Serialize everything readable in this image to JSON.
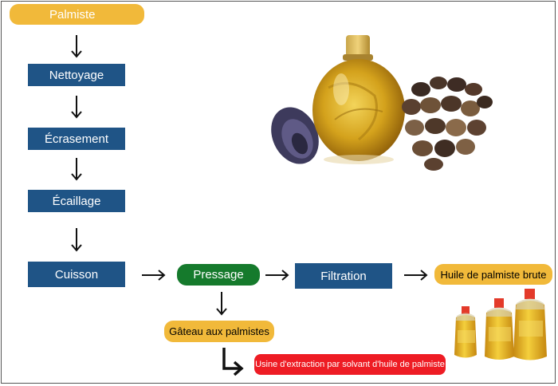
{
  "nodes": {
    "palmiste": "Palmiste",
    "nettoyage": "Nettoyage",
    "ecrasement": "Écrasement",
    "ecaillage": "Écaillage",
    "cuisson": "Cuisson",
    "pressage": "Pressage",
    "filtration": "Filtration",
    "huile": "Huile de palmiste brute",
    "gateau": "Gâteau aux palmistes",
    "usine": "Usine d'extraction par solvant d'huile de palmiste"
  },
  "colors": {
    "step_blue": "#1f5486",
    "pill_yellow": "#f1b93a",
    "pill_green": "#157a2c",
    "pill_red": "#ee1c24"
  },
  "icons": [
    "down-arrow-icon",
    "right-arrow-icon",
    "elbow-arrow-icon",
    "oil-flask-image",
    "palm-kernels-image",
    "oil-bottles-image"
  ]
}
